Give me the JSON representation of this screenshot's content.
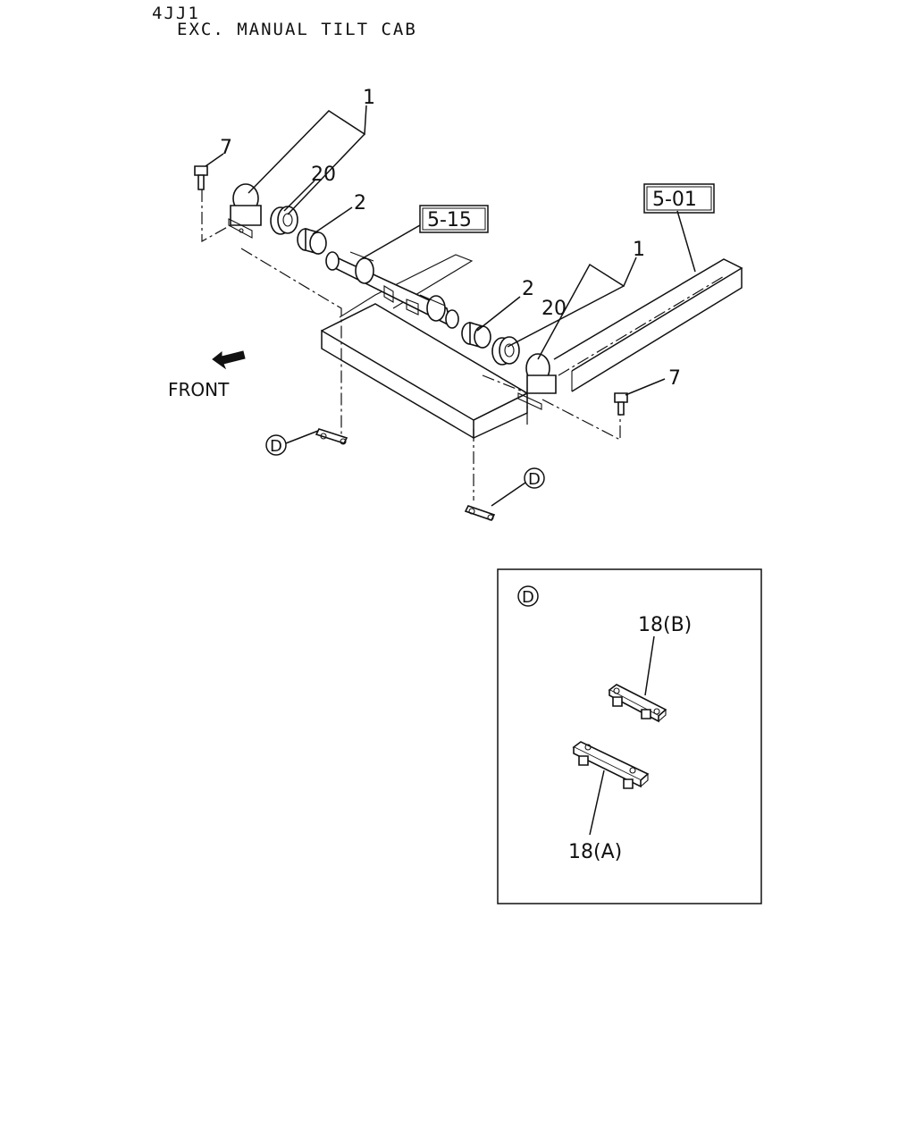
{
  "header": {
    "line1": "4JJ1",
    "line2": "EXC. MANUAL TILT CAB"
  },
  "callouts": {
    "p1_left": "1",
    "p20_left": "20",
    "p2_left": "2",
    "p7_left": "7",
    "p1_right": "1",
    "p2_right": "2",
    "p20_right": "20",
    "p7_right": "7",
    "ref_515": "5-15",
    "ref_501": "5-01",
    "front": "FRONT",
    "d_marker": "D",
    "p18b": "18(B)",
    "p18a": "18(A)"
  }
}
